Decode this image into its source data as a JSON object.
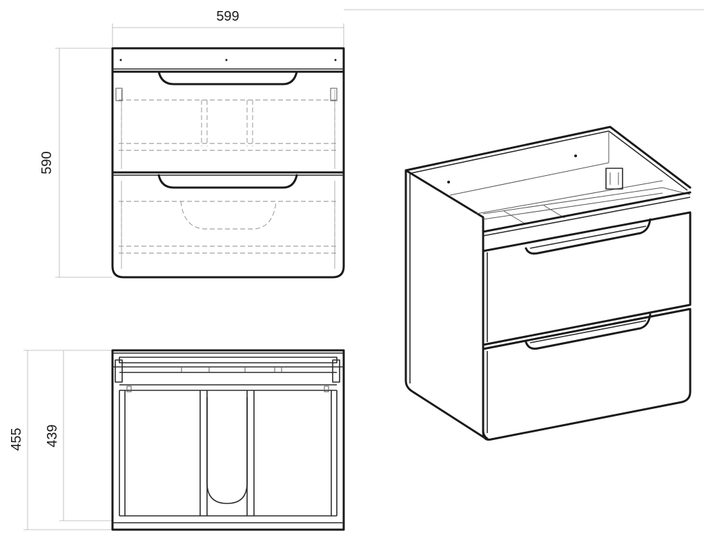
{
  "dimensions": {
    "width": "599",
    "height_total": "590",
    "depth_outer": "455",
    "depth_inner": "439"
  },
  "colors": {
    "line": "#1a1a1a",
    "hidden_line": "#8a8a8a",
    "dimension_line": "#b0b0b0",
    "background": "#ffffff"
  }
}
